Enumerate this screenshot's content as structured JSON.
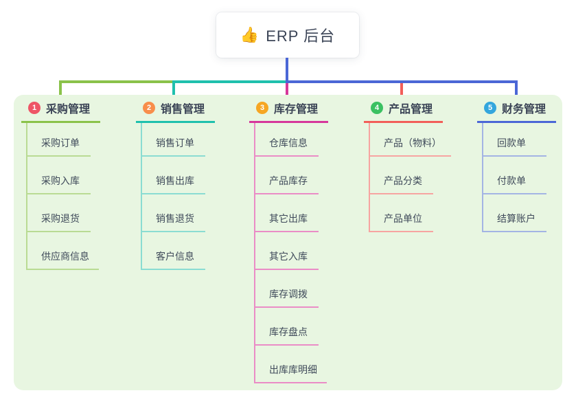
{
  "root": {
    "icon": "👍",
    "title": "ERP 后台"
  },
  "colors": {
    "root_line": "#4b67d6",
    "panel_bg": "#e8f6e1",
    "title_text": "#3b4456",
    "item_text": "#3f4a5a"
  },
  "connectors": {
    "segment_1": "#8ac24a",
    "segment_2": "#1fc0ad",
    "segment_3": "#4b67d6",
    "drop_1": "#8ac24a",
    "drop_2": "#1fc0ad",
    "drop_3": "#d6379b",
    "drop_4": "#f25e59",
    "drop_5": "#4b67d6"
  },
  "branches": [
    {
      "number": "1",
      "title": "采购管理",
      "badge_color": "#ee5566",
      "line_color": "#8ac24a",
      "child_line_color": "#b9db93",
      "items": [
        "采购订单",
        "采购入库",
        "采购退货",
        "供应商信息"
      ]
    },
    {
      "number": "2",
      "title": "销售管理",
      "badge_color": "#f88e4b",
      "line_color": "#1fc0ad",
      "child_line_color": "#8adcd2",
      "items": [
        "销售订单",
        "销售出库",
        "销售退货",
        "客户信息"
      ]
    },
    {
      "number": "3",
      "title": "库存管理",
      "badge_color": "#f6a623",
      "line_color": "#d6379b",
      "child_line_color": "#ea8cc6",
      "items": [
        "仓库信息",
        "产品库存",
        "其它出库",
        "其它入库",
        "库存调拨",
        "库存盘点",
        "出库库明细"
      ]
    },
    {
      "number": "4",
      "title": "产品管理",
      "badge_color": "#3bc162",
      "line_color": "#f25e59",
      "child_line_color": "#f7a4a1",
      "items": [
        "产品（物料）",
        "产品分类",
        "产品单位"
      ]
    },
    {
      "number": "5",
      "title": "财务管理",
      "badge_color": "#33a6dd",
      "line_color": "#4b67d6",
      "child_line_color": "#a3b4e4",
      "items": [
        "回款单",
        "付款单",
        "结算账户"
      ]
    }
  ]
}
